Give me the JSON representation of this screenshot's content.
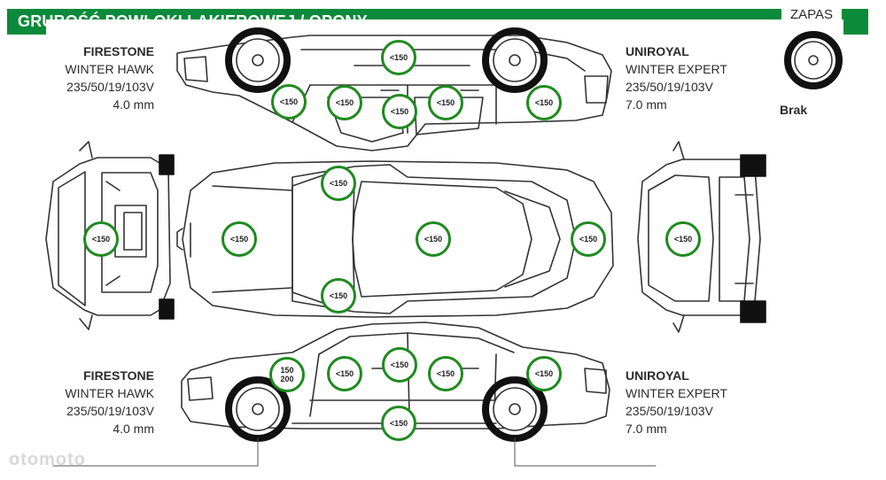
{
  "header": {
    "title": "GRUBOŚĆ POWŁOKI LAKIEROWEJ / OPONY"
  },
  "spare": {
    "title": "ZAPAS",
    "status": "Brak"
  },
  "tires": {
    "front_left_top": {
      "brand": "FIRESTONE",
      "model": "WINTER HAWK",
      "size": "235/50/19/103V",
      "depth": "4.0 mm"
    },
    "rear_right_top": {
      "brand": "UNIROYAL",
      "model": "WINTER EXPERT",
      "size": "235/50/19/103V",
      "depth": "7.0 mm"
    },
    "front_left_bottom": {
      "brand": "FIRESTONE",
      "model": "WINTER HAWK",
      "size": "235/50/19/103V",
      "depth": "4.0 mm"
    },
    "rear_right_bottom": {
      "brand": "UNIROYAL",
      "model": "WINTER EXPERT",
      "size": "235/50/19/103V",
      "depth": "7.0 mm"
    }
  },
  "gauges": {
    "top_roof": "<150",
    "top_front_fender": "<150",
    "top_front_door": "<150",
    "top_center": "<150",
    "top_rear_door": "<150",
    "top_rear_fender": "<150",
    "plan_a_pillar_top": "<150",
    "plan_hood": "<150",
    "plan_roof": "<150",
    "plan_trunk": "<150",
    "plan_a_pillar_bottom": "<150",
    "front_view": "<150",
    "rear_view": "<150",
    "bottom_front_fender_a": "150",
    "bottom_front_fender_b": "200",
    "bottom_front_door": "<150",
    "bottom_center": "<150",
    "bottom_rear_door": "<150",
    "bottom_rear_fender": "<150",
    "bottom_sill": "<150"
  },
  "watermark": "otomoto",
  "colors": {
    "header": "#0a8a3a",
    "gauge_ring": "#1f8a1f",
    "line": "#333333"
  }
}
